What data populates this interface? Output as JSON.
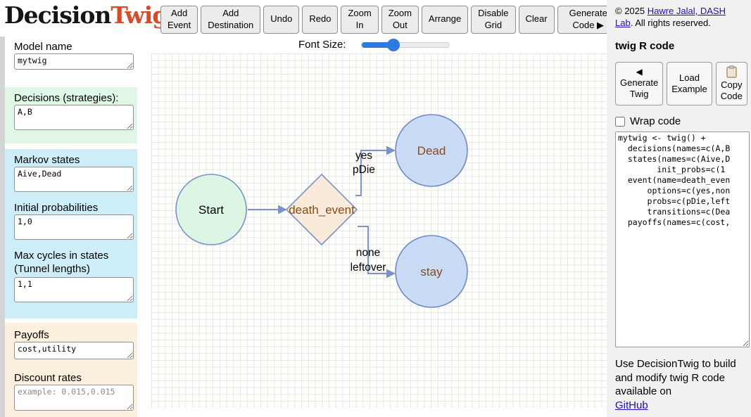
{
  "header": {
    "logo": {
      "text_black": "Decision",
      "text_accent": "Twig",
      "accent_color": "#d94a2a"
    },
    "toolbar": {
      "buttons": [
        {
          "label": "Add\nEvent"
        },
        {
          "label": "Add\nDestination"
        },
        {
          "label": "Undo"
        },
        {
          "label": "Redo"
        },
        {
          "label": "Zoom\nIn"
        },
        {
          "label": "Zoom\nOut"
        },
        {
          "label": "Arrange"
        },
        {
          "label": "Disable\nGrid"
        },
        {
          "label": "Clear"
        },
        {
          "label": "Generate\nCode ▶"
        }
      ]
    },
    "font_size": {
      "label": "Font Size:",
      "value_percent": 35,
      "slider_color": "#2d7be0"
    }
  },
  "sidebar": {
    "model_name": {
      "label": "Model name",
      "value": "mytwig"
    },
    "decisions": {
      "label": "Decisions (strategies):",
      "value": "A,B"
    },
    "markov_states": {
      "label": "Markov states",
      "value": "Aive,Dead"
    },
    "initial_probs": {
      "label": "Initial probabilities",
      "value": "1,0"
    },
    "max_cycles": {
      "label": "Max cycles in states\n(Tunnel lengths)",
      "value": "1,1"
    },
    "payoffs": {
      "label": "Payoffs",
      "value": "cost,utility"
    },
    "discount_rates": {
      "label": "Discount rates",
      "value": "",
      "placeholder": "example: 0.015,0.015"
    },
    "section_colors": {
      "decisions": "#e0f7e8",
      "markov": "#cdeef8",
      "payoffs": "#faf0dd"
    }
  },
  "canvas": {
    "nodes": [
      {
        "id": "start",
        "label": "Start",
        "shape": "circle",
        "fill": "#ddf5e5",
        "stroke": "#7b93c9",
        "text_color": "#000000"
      },
      {
        "id": "death_event",
        "label": "death_event",
        "shape": "diamond",
        "fill": "#f9ead9",
        "stroke": "#7b93c9",
        "text_color": "#8a4b16"
      },
      {
        "id": "dead",
        "label": "Dead",
        "shape": "circle",
        "fill": "#c9dbf5",
        "stroke": "#7089c8",
        "text_color": "#8a4b16"
      },
      {
        "id": "stay",
        "label": "stay",
        "shape": "circle",
        "fill": "#c9dbf5",
        "stroke": "#7089c8",
        "text_color": "#8a4b16"
      }
    ],
    "edges": [
      {
        "from": "start",
        "to": "death_event"
      },
      {
        "from": "death_event",
        "to": "dead",
        "option": "yes",
        "prob": "pDie"
      },
      {
        "from": "death_event",
        "to": "stay",
        "option": "none",
        "prob": "leftover"
      }
    ],
    "edge_color": "#7b93c9"
  },
  "right_panel": {
    "copyright": {
      "prefix": "© 2025 ",
      "link": "Hawre Jalal, DASH Lab",
      "suffix": ". All rights reserved."
    },
    "heading": "twig R code",
    "buttons": {
      "generate_twig": {
        "icon": "◀",
        "label": "Generate\nTwig"
      },
      "load_example": {
        "label": "Load\nExample"
      },
      "copy_code": {
        "label": "Copy\nCode"
      }
    },
    "wrap_code_label": "Wrap code",
    "wrap_code_checked": false,
    "code": "mytwig <- twig() +\n  decisions(names=c(A,B\n  states(names=c(Aive,D\n        init_probs=c(1\n  event(name=death_even\n      options=c(yes,non\n      probs=c(pDie,left\n      transitions=c(Dea\n  payoffs(names=c(cost,",
    "footer": {
      "text": "Use DecisionTwig to build and modify twig R code available on ",
      "link": "GitHub"
    }
  }
}
